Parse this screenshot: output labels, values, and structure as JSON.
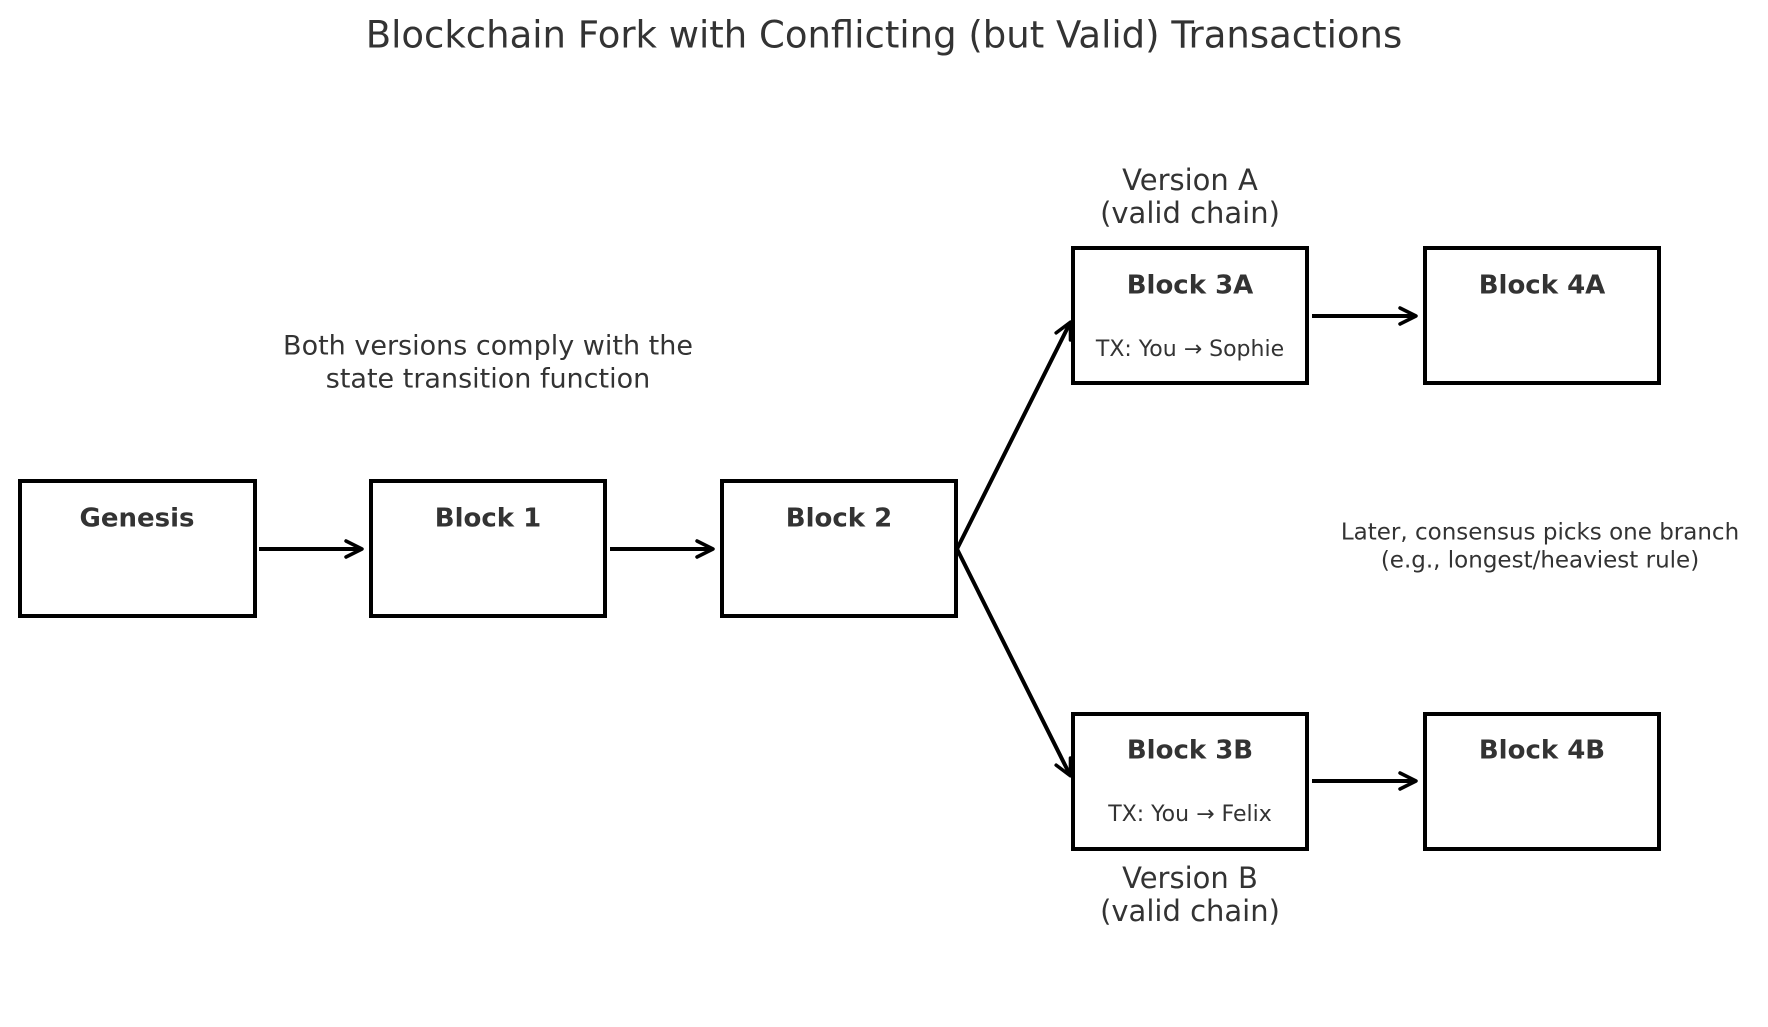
{
  "title": "Blockchain Fork with Conflicting (but Valid) Transactions",
  "colors": {
    "text": "#333333",
    "stroke": "#000000",
    "fill": "#ffffff"
  },
  "blocks": {
    "genesis": {
      "label": "Genesis",
      "tx": ""
    },
    "block1": {
      "label": "Block 1",
      "tx": ""
    },
    "block2": {
      "label": "Block 2",
      "tx": ""
    },
    "block3a": {
      "label": "Block 3A",
      "tx": "TX: You → Sophie"
    },
    "block4a": {
      "label": "Block 4A",
      "tx": ""
    },
    "block3b": {
      "label": "Block 3B",
      "tx": "TX: You → Felix"
    },
    "block4b": {
      "label": "Block 4B",
      "tx": ""
    }
  },
  "edges": [
    {
      "from": "genesis",
      "to": "block1"
    },
    {
      "from": "block1",
      "to": "block2"
    },
    {
      "from": "block2",
      "to": "block3a"
    },
    {
      "from": "block2",
      "to": "block3b"
    },
    {
      "from": "block3a",
      "to": "block4a"
    },
    {
      "from": "block3b",
      "to": "block4b"
    }
  ],
  "version_a": {
    "line1": "Version A",
    "line2": "(valid chain)"
  },
  "version_b": {
    "line1": "Version B",
    "line2": "(valid chain)"
  },
  "note": {
    "line1": "Both versions comply with the",
    "line2": "state transition function"
  },
  "consensus": {
    "line1": "Later, consensus picks one branch",
    "line2": "(e.g., longest/heaviest rule)"
  }
}
